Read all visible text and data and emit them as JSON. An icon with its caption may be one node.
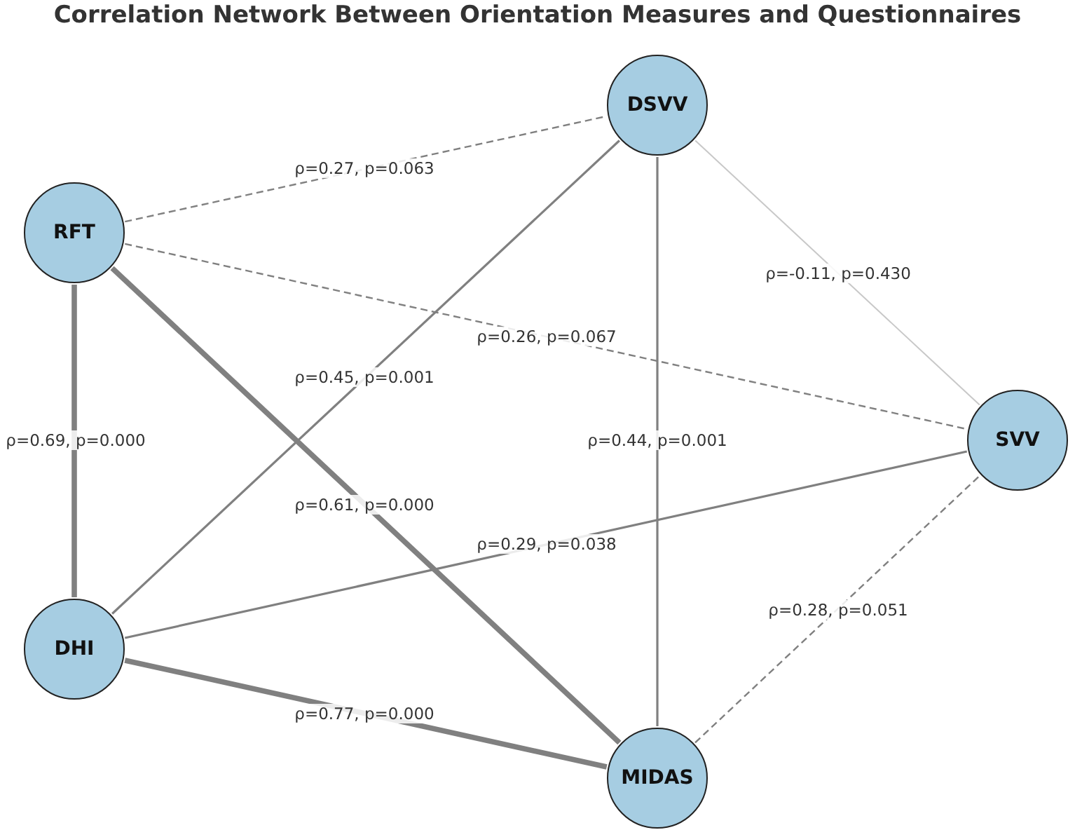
{
  "diagram": {
    "title": "Correlation Network Between Orientation Measures and Questionnaires",
    "nodes": [
      {
        "text": [
          "DSVV"
        ]
      },
      {
        "text": [
          "RFT"
        ]
      },
      {
        "text": [
          "SVV"
        ]
      },
      {
        "text": [
          "DHI"
        ]
      },
      {
        "text": [
          "MIDAS"
        ]
      }
    ],
    "edges": [
      {
        "from": 1,
        "to": 0,
        "arrow": "none",
        "label": "ρ=0.27, p=0.063",
        "style": "dashed"
      },
      {
        "from": 1,
        "to": 2,
        "arrow": "none",
        "label": "ρ=0.26, p=0.067",
        "style": "dashed"
      },
      {
        "from": 0,
        "to": 2,
        "arrow": "none",
        "label": "ρ=-0.11, p=0.430",
        "color": "#c8c8c8"
      },
      {
        "from": 1,
        "to": 3,
        "arrow": "none",
        "label": "ρ=0.69, p=0.000",
        "style": "thick"
      },
      {
        "from": 3,
        "to": 0,
        "arrow": "none",
        "label": "ρ=0.45, p=0.001"
      },
      {
        "from": 1,
        "to": 4,
        "arrow": "none",
        "label": "ρ=0.61, p=0.000",
        "style": "thick"
      },
      {
        "from": 0,
        "to": 4,
        "arrow": "none",
        "label": "ρ=0.44, p=0.001"
      },
      {
        "from": 3,
        "to": 2,
        "arrow": "none",
        "label": "ρ=0.29, p=0.038"
      },
      {
        "from": 4,
        "to": 2,
        "arrow": "none",
        "label": "ρ=0.28, p=0.051",
        "style": "dashed"
      },
      {
        "from": 3,
        "to": 4,
        "arrow": "none",
        "label": "ρ=0.77, p=0.000",
        "style": "thick"
      }
    ]
  }
}
